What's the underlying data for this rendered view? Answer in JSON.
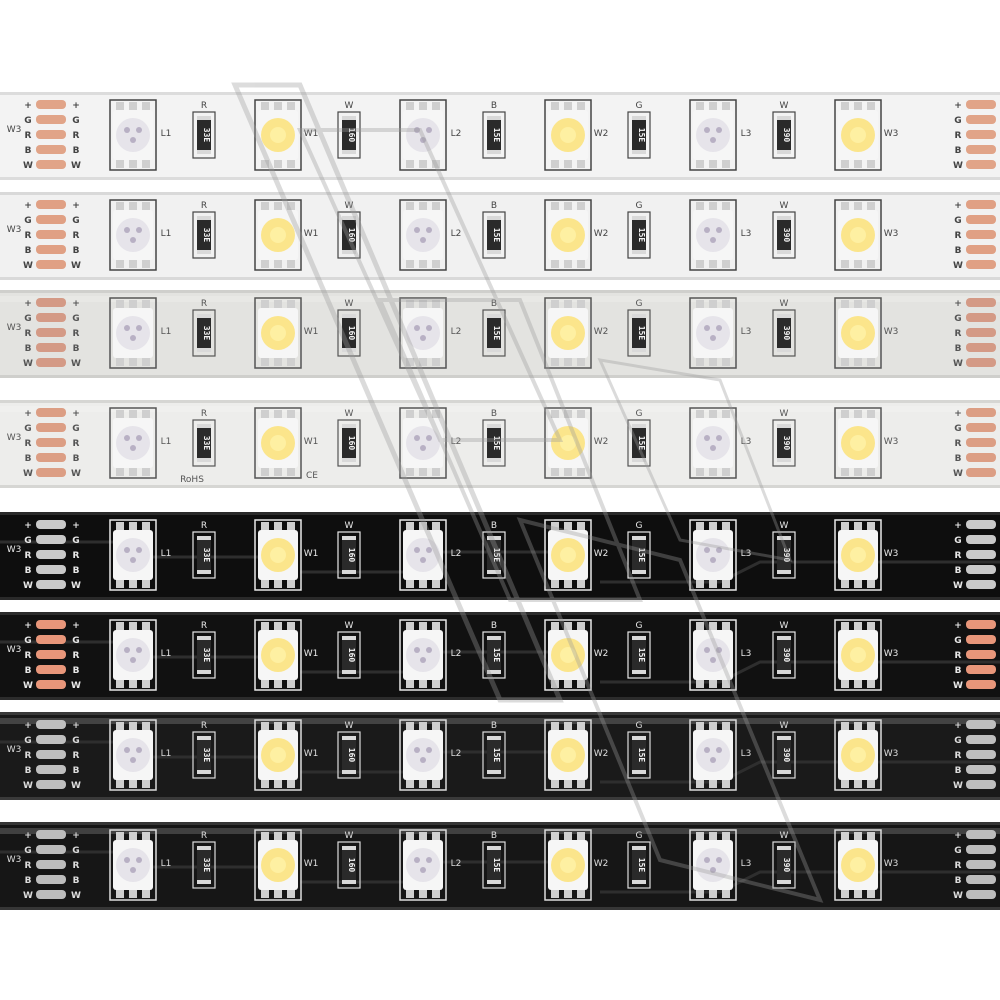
{
  "scene": {
    "subject": "led-strip-product-photo",
    "strips": [
      {
        "variant": "white-pcb",
        "pcb": "#f3f3f3",
        "edge": "#dcdcdc",
        "ink": "#444444",
        "pad": "#e1a488",
        "tracks": false
      },
      {
        "variant": "white-pcb",
        "pcb": "#f1f1f1",
        "edge": "#d9d9d9",
        "ink": "#444444",
        "pad": "#e0a084",
        "tracks": false
      },
      {
        "variant": "white-pcb-waterproof",
        "pcb": "#e3e3e0",
        "edge": "#cfcfcc",
        "ink": "#555555",
        "pad": "#d49a86",
        "tracks": false
      },
      {
        "variant": "white-pcb-waterproof",
        "pcb": "#ededeb",
        "edge": "#d6d6d3",
        "ink": "#555555",
        "pad": "#dc9e84",
        "tracks": false
      },
      {
        "variant": "black-pcb",
        "pcb": "#0e0e0e",
        "edge": "#2a2a2a",
        "ink": "#e8e8e8",
        "pad": "#c9c9c9",
        "tracks": true
      },
      {
        "variant": "black-pcb",
        "pcb": "#111111",
        "edge": "#2c2c2c",
        "ink": "#e8e8e8",
        "pad": "#e8967a",
        "tracks": true
      },
      {
        "variant": "black-pcb-waterproof",
        "pcb": "#1a1a1a",
        "edge": "#3a3a3a",
        "ink": "#dddddd",
        "pad": "#bfbfbf",
        "tracks": true
      },
      {
        "variant": "black-pcb-waterproof",
        "pcb": "#161616",
        "edge": "#363636",
        "ink": "#dddddd",
        "pad": "#bcbcbc",
        "tracks": true
      }
    ]
  },
  "labels": {
    "pads": [
      "+",
      "G",
      "R",
      "B",
      "W"
    ],
    "pad_left_tag": "W3",
    "chips": [
      "L1",
      "W1",
      "L2",
      "W2",
      "L3",
      "W3"
    ],
    "resistors": [
      "R",
      "W",
      "B",
      "G",
      "W"
    ],
    "resistor_codes": [
      "33E",
      "160",
      "15E",
      "15E",
      "390"
    ],
    "marks": {
      "rohs": "RoHS",
      "ce": "CE"
    }
  },
  "colors": {
    "rgb_chip": "#e6e4ea",
    "rgb_chip_dot": "#b8b0c4",
    "warm_led": "#fbe58b",
    "warm_led_core": "#fff3a8",
    "chip_body": "#f6f6f6",
    "resistor_body": "#2a2a2a",
    "watermark": "#9a9a9a"
  },
  "icons": {
    "watermark": "diagonal-outline-watermark-icon"
  }
}
